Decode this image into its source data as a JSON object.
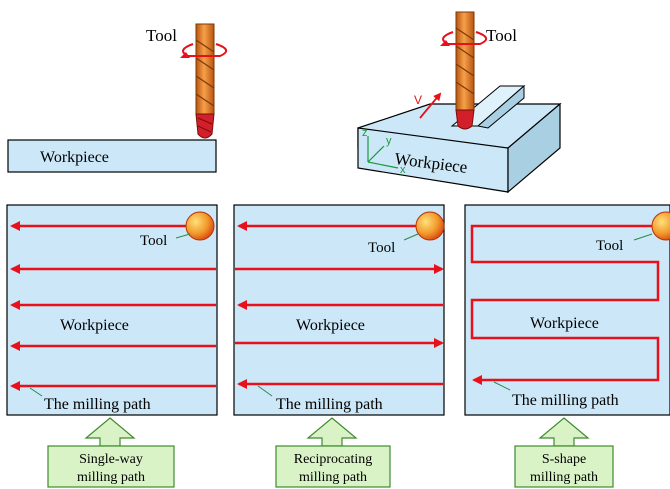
{
  "top_left": {
    "tool_label": "Tool",
    "workpiece_label": "Workpiece"
  },
  "top_right": {
    "tool_label": "Tool",
    "workpiece_label": "Workpiece",
    "velocity_label": "V",
    "axis_x": "x",
    "axis_y": "y",
    "axis_z": "z"
  },
  "panels": [
    {
      "tool_label": "Tool",
      "workpiece_label": "Workpiece",
      "path_label": "The milling path",
      "caption_line1": "Single-way",
      "caption_line2": "milling path"
    },
    {
      "tool_label": "Tool",
      "workpiece_label": "Workpiece",
      "path_label": "The milling path",
      "caption_line1": "Reciprocating",
      "caption_line2": "milling path"
    },
    {
      "tool_label": "Tool",
      "workpiece_label": "Workpiece",
      "path_label": "The milling path",
      "caption_line1": "S-shape",
      "caption_line2": "milling path"
    }
  ],
  "colors": {
    "workpiece_fill": "#cce8f8",
    "path_red": "#e8101a",
    "tool_orange": "#ee7a22",
    "caption_fill": "#d9f3c6",
    "caption_border": "#3f8a2e"
  }
}
